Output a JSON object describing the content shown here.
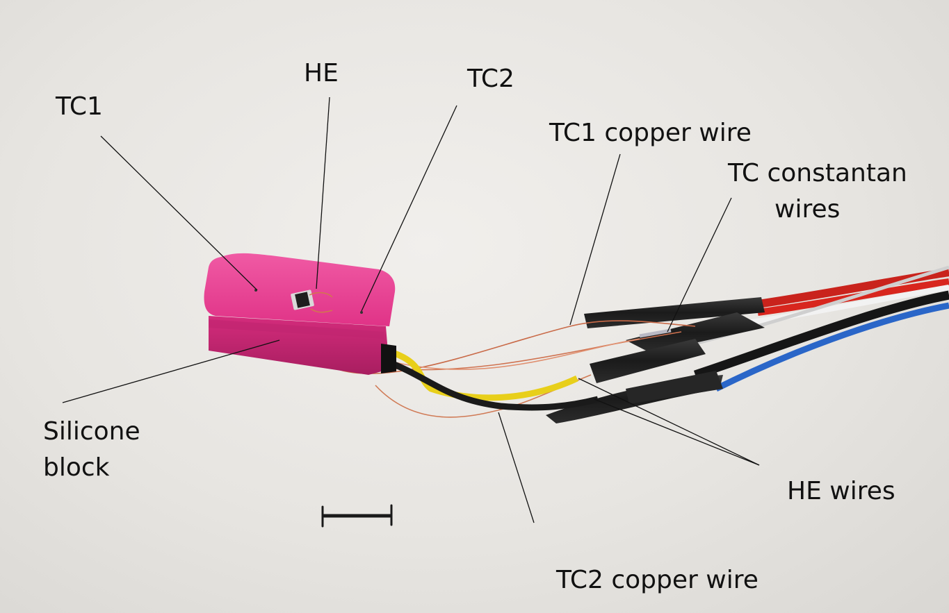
{
  "labels": {
    "tc1": "TC1",
    "he": "HE",
    "tc2": "TC2",
    "tc1_copper_wire": "TC1 copper wire",
    "tc_constantan_line1": "TC constantan",
    "tc_constantan_line2": "wires",
    "silicone_line1": "Silicone",
    "silicone_line2": "block",
    "he_wires": "HE wires",
    "tc2_copper_wire": "TC2 copper wire"
  },
  "colors": {
    "silicone": "#e8378f",
    "wire_red": "#d8261e",
    "wire_yellow": "#e8cf1a",
    "wire_black": "#1a1a1a",
    "wire_blue": "#2a66c8",
    "copper": "#d2774e",
    "background": "#ebe9e6"
  }
}
